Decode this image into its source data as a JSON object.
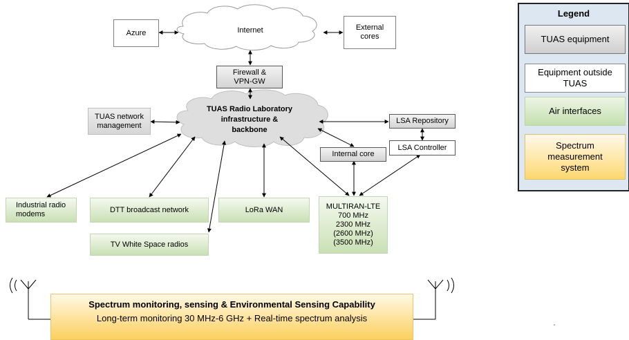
{
  "nodes": {
    "azure": "Azure",
    "internet": "Internet",
    "external_cores": "External cores",
    "firewall": "Firewall & VPN-GW",
    "backbone": "TUAS Radio Laboratory infrastructure & backbone",
    "tuas_nm": "TUAS network management",
    "lsa_repository": "LSA Repository",
    "lsa_controller": "LSA Controller",
    "internal_core": "Internal core",
    "industrial": "Industrial radio modems",
    "dtt": "DTT broadcast network",
    "lora": "LoRa WAN",
    "tvws": "TV White Space radios",
    "multiran_title": "MULTIRAN-LTE",
    "multiran_bands": [
      "700 MHz",
      "2300 MHz",
      "(2600 MHz)",
      "(3500 MHz)"
    ]
  },
  "legend": {
    "title": "Legend",
    "items": [
      {
        "label": "TUAS equipment"
      },
      {
        "label": "Equipment outside TUAS"
      },
      {
        "label": "Air interfaces"
      },
      {
        "label": "Spectrum measurement system"
      }
    ]
  },
  "spectrum": {
    "line1": "Spectrum monitoring, sensing & Environmental Sensing Capability",
    "line2": "Long-term monitoring 30 MHz-6 GHz + Real-time spectrum analysis"
  },
  "colors": {
    "legend_bg": "#dde7f2",
    "tuas_gray": "#d4d4d4",
    "air_green": "#c9e0b4",
    "spectrum_yellow": "#fcd05e"
  }
}
